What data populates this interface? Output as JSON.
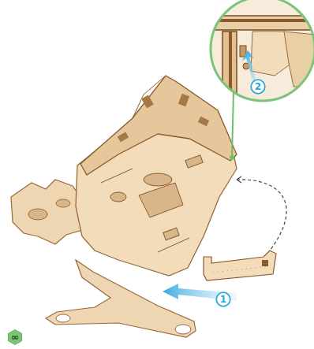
{
  "diagram": {
    "nodes": [
      {
        "text": [
          "2"
        ]
      },
      {
        "text": [
          "1"
        ]
      },
      {
        "text": [
          "∞"
        ]
      }
    ]
  }
}
